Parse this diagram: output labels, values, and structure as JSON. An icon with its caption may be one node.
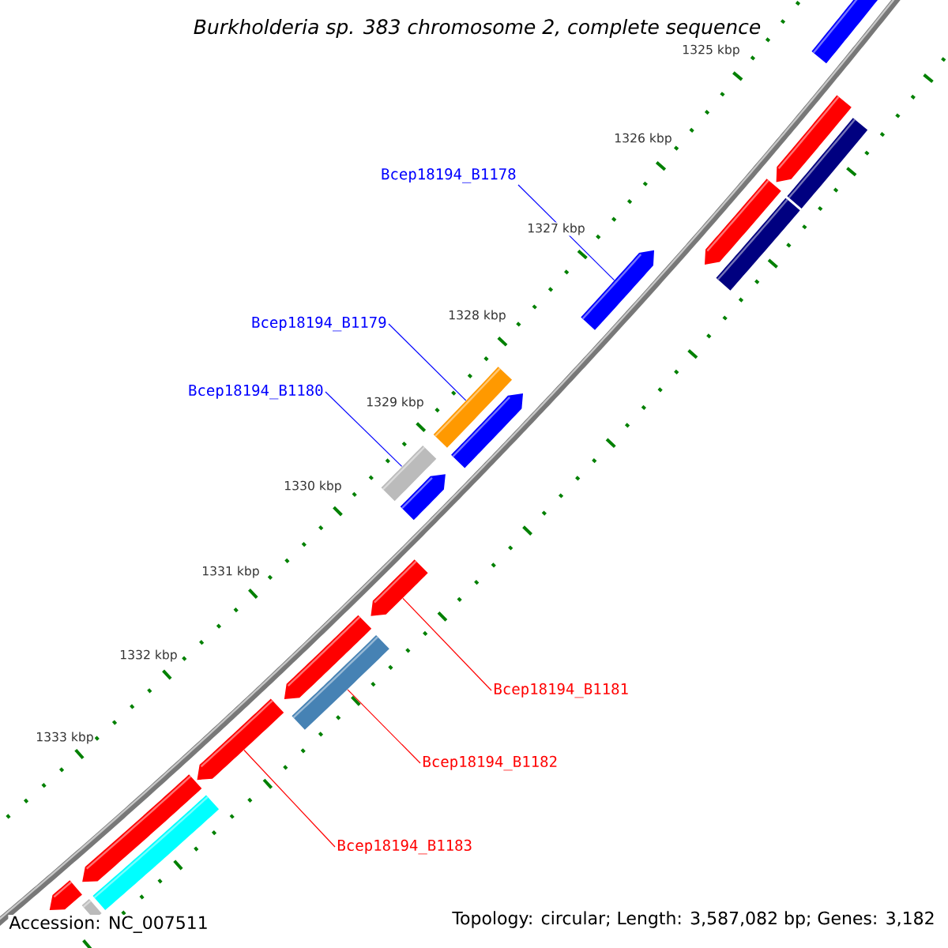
{
  "diagram": {
    "title": "Burkholderia sp. 383 chromosome 2, complete sequence",
    "nodes": [
      {
        "text": [
          "Bcep18194_B1178"
        ]
      },
      {
        "text": [
          "Bcep18194_B1179"
        ]
      },
      {
        "text": [
          "Bcep18194_B1180"
        ]
      },
      {
        "text": [
          "Bcep18194_B1181"
        ]
      },
      {
        "text": [
          "Bcep18194_B1182"
        ]
      },
      {
        "text": [
          "Bcep18194_B1183"
        ]
      },
      {
        "text": [],
        "shape": "bar"
      },
      {
        "text": [],
        "shape": "bar"
      },
      {
        "text": [],
        "shape": "bar"
      },
      {
        "text": [],
        "shape": "bar"
      },
      {
        "text": [],
        "shape": "bar"
      },
      {
        "text": [],
        "shape": "bar"
      },
      {
        "text": [],
        "shape": "bar"
      },
      {
        "text": [],
        "shape": "bar"
      },
      {
        "text": [],
        "shape": "bar"
      },
      {
        "text": [],
        "shape": "bar"
      },
      {
        "text": [],
        "shape": "bar"
      },
      {
        "text": [],
        "shape": "bar"
      },
      {
        "text": [],
        "shape": "bar"
      },
      {
        "text": [],
        "shape": "bar"
      },
      {
        "text": [],
        "shape": "bar"
      },
      {
        "text": [],
        "shape": "bar"
      },
      {
        "text": [],
        "shape": "bar"
      },
      {
        "text": [],
        "shape": "bar"
      }
    ],
    "edges": [
      {
        "from": 0,
        "to": 11,
        "arrow": "none",
        "color": "#0000ff"
      },
      {
        "from": 1,
        "to": 12,
        "arrow": "none",
        "color": "#0000ff"
      },
      {
        "from": 2,
        "to": 14,
        "arrow": "none",
        "color": "#0000ff"
      },
      {
        "from": 3,
        "to": 16,
        "arrow": "none",
        "color": "#ff0000"
      },
      {
        "from": 4,
        "to": 18,
        "arrow": "none",
        "color": "#ff0000"
      },
      {
        "from": 5,
        "to": 19,
        "arrow": "none",
        "color": "#ff0000"
      }
    ],
    "labels": [
      "1325 kbp",
      "1326 kbp",
      "1327 kbp",
      "1328 kbp",
      "1329 kbp",
      "1330 kbp",
      "1331 kbp",
      "1332 kbp",
      "1333 kbp",
      "Accession: NC_007511",
      "Topology: circular; Length: 3,587,082 bp; Genes: 3,182"
    ]
  }
}
